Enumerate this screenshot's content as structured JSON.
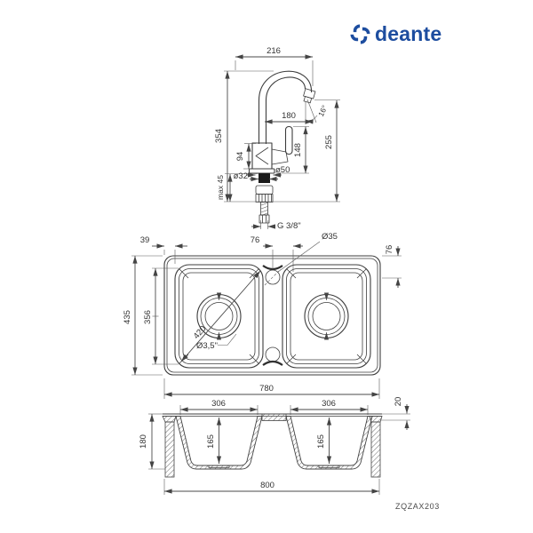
{
  "colors": {
    "line": "#3d3d3d",
    "dimension": "#4a4a4a",
    "logo_blue": "#1d4d9f",
    "fill_black": "#1a1a1a"
  },
  "logo": {
    "brand": "deante",
    "icon": "deante-pinwheel-icon"
  },
  "product_code": "ZQZAX203",
  "faucet": {
    "labels": {
      "spout_width": "216",
      "total_height": "354",
      "spout_reach": "180",
      "outlet_height": "255",
      "handle_height": "148",
      "body_height": "94",
      "spout_angle": "16°",
      "hole_diameter": "ø32",
      "base_diameter": "ø50",
      "max_counter_thickness": "max 45",
      "connection_thread": "G 3/8\""
    }
  },
  "top_view": {
    "labels": {
      "rim_offset": "39",
      "hole_offset": "76",
      "tap_hole_diameter": "Ø35",
      "hole_edge_distance": "76",
      "total_depth": "435",
      "bowl_length": "356",
      "bowl_diagonal": "420",
      "drain_diameter": "Ø3,5\""
    }
  },
  "section_view": {
    "labels": {
      "rim_width": "780",
      "bowl_width_left": "306",
      "bowl_width_right": "306",
      "counter_thickness": "20",
      "total_depth": "180",
      "bowl_depth_left": "165",
      "bowl_depth_right": "165",
      "overall_width": "800"
    }
  }
}
